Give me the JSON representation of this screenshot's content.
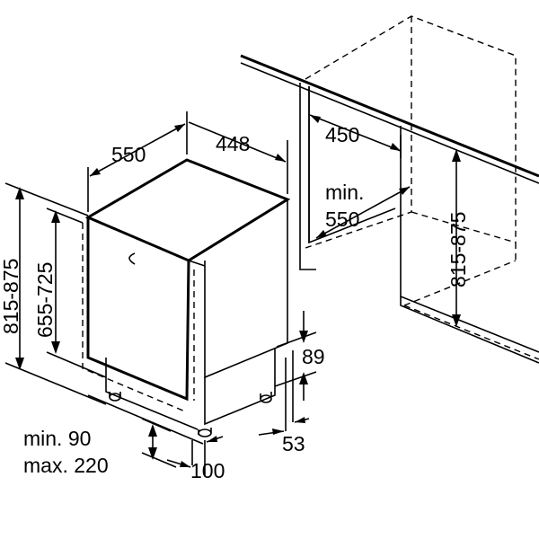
{
  "colors": {
    "line": "#000000",
    "background": "#ffffff"
  },
  "labels": {
    "depth": "550",
    "width": "448",
    "niche_width": "450",
    "niche_depth_min_prefix": "min.",
    "niche_depth_min_value": "550",
    "niche_height": "815-875",
    "total_height": "815-875",
    "body_height": "655-725",
    "plinth_height": "89",
    "plinth_recess": "53",
    "plinth_min": "min. 90",
    "plinth_max": "max. 220",
    "plinth_depth": "100"
  }
}
